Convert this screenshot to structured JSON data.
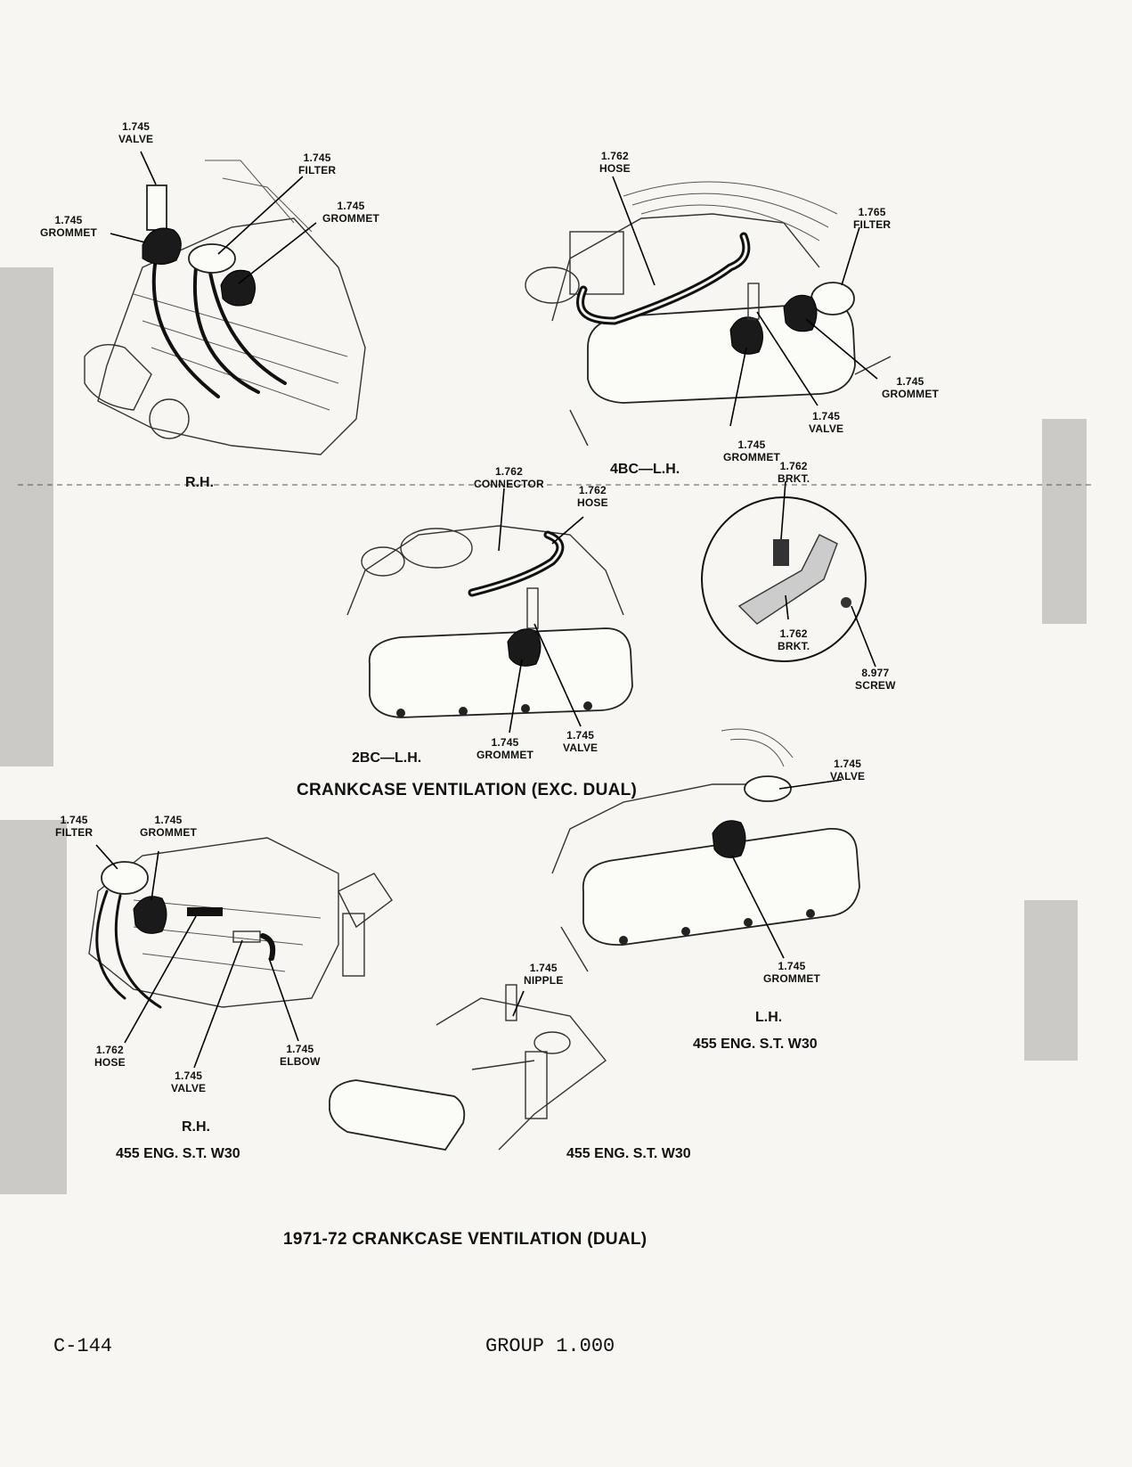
{
  "views": {
    "rh_top": {
      "caption": "R.H.",
      "labels": {
        "valve": [
          "1.745",
          "VALVE"
        ],
        "filter": [
          "1.745",
          "FILTER"
        ],
        "grommet_left": [
          "1.745",
          "GROMMET"
        ],
        "grommet_right": [
          "1.745",
          "GROMMET"
        ]
      }
    },
    "lh_4bc": {
      "caption": "4BC—L.H.",
      "labels": {
        "hose": [
          "1.762",
          "HOSE"
        ],
        "filter": [
          "1.765",
          "FILTER"
        ],
        "grommet_right": [
          "1.745",
          "GROMMET"
        ],
        "valve": [
          "1.745",
          "VALVE"
        ],
        "grommet_bottom": [
          "1.745",
          "GROMMET"
        ]
      }
    },
    "lh_2bc": {
      "caption": "2BC—L.H.",
      "labels": {
        "connector": [
          "1.762",
          "CONNECTOR"
        ],
        "hose": [
          "1.762",
          "HOSE"
        ],
        "grommet": [
          "1.745",
          "GROMMET"
        ],
        "valve": [
          "1.745",
          "VALVE"
        ]
      }
    },
    "bracket_detail": {
      "labels": {
        "brkt_top": [
          "1.762",
          "BRKT."
        ],
        "brkt_bottom": [
          "1.762",
          "BRKT."
        ],
        "screw": [
          "8.977",
          "SCREW"
        ]
      }
    },
    "rh_w30": {
      "caption": [
        "R.H.",
        "455 ENG. S.T. W30"
      ],
      "labels": {
        "filter": [
          "1.745",
          "FILTER"
        ],
        "grommet": [
          "1.745",
          "GROMMET"
        ],
        "hose": [
          "1.762",
          "HOSE"
        ],
        "valve": [
          "1.745",
          "VALVE"
        ],
        "elbow": [
          "1.745",
          "ELBOW"
        ]
      }
    },
    "lh_w30": {
      "caption": [
        "L.H.",
        "455 ENG. S.T. W30"
      ],
      "labels": {
        "valve": [
          "1.745",
          "VALVE"
        ],
        "grommet": [
          "1.745",
          "GROMMET"
        ]
      }
    },
    "center_w30": {
      "caption": "455 ENG. S.T. W30",
      "labels": {
        "nipple": [
          "1.745",
          "NIPPLE"
        ]
      }
    }
  },
  "section_titles": {
    "exc_dual": "CRANKCASE VENTILATION (EXC. DUAL)",
    "dual": "1971-72 CRANKCASE VENTILATION (DUAL)"
  },
  "footer": {
    "page": "C-144",
    "group": "GROUP 1.000"
  }
}
